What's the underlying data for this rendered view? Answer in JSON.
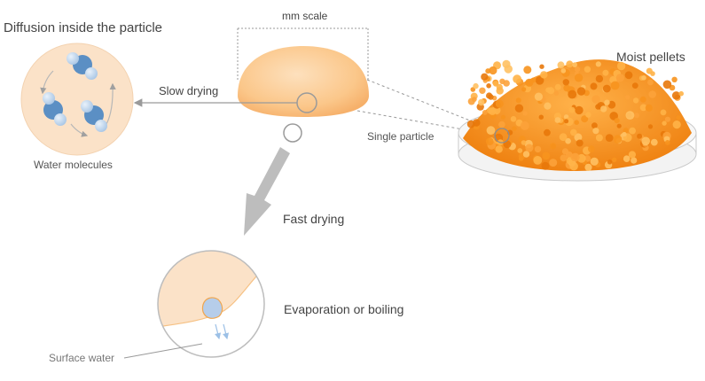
{
  "labels": {
    "diffusion_title": "Diffusion inside the particle",
    "scale": "mm scale",
    "moist_pellets": "Moist pellets",
    "slow_drying": "Slow drying",
    "single_particle": "Single particle",
    "water_molecules": "Water molecules",
    "fast_drying": "Fast drying",
    "evaporation": "Evaporation or boiling",
    "surface_water": "Surface water"
  },
  "colors": {
    "particle": "#fbc78a",
    "particle_light": "#fde3c6",
    "pellet_orange": "#f7931e",
    "pellet_dark": "#e8780a",
    "water_blue": "#5b8fc4",
    "arrow_gray": "#b5b5b5",
    "line_gray": "#8c8c8c"
  }
}
